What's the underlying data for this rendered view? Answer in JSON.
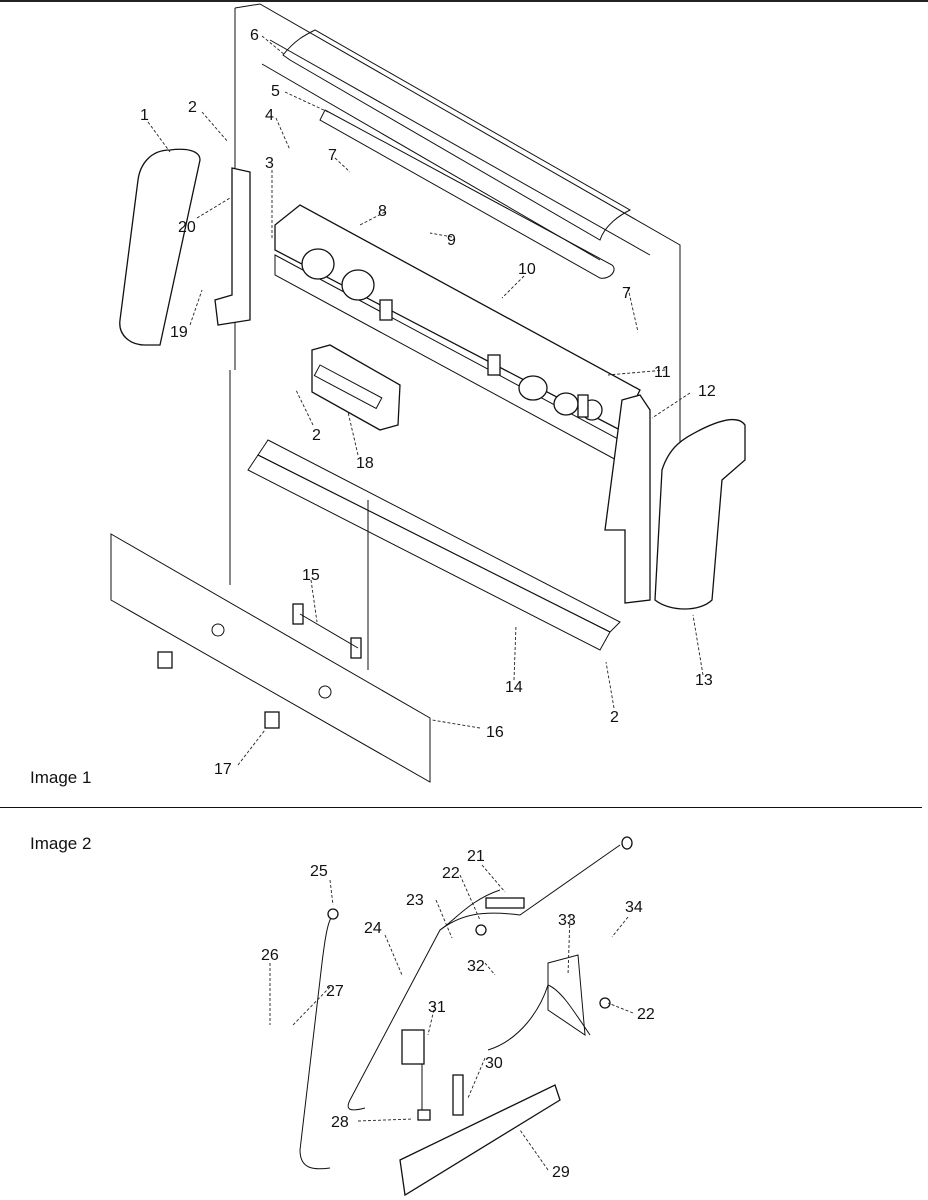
{
  "figure": {
    "panels": [
      {
        "label": "Image 1"
      },
      {
        "label": "Image 2"
      }
    ]
  },
  "callouts": {
    "image1": [
      "1",
      "2",
      "3",
      "4",
      "5",
      "6",
      "7",
      "8",
      "9",
      "10",
      "7",
      "11",
      "12",
      "13",
      "14",
      "2",
      "15",
      "16",
      "17",
      "18",
      "2",
      "19",
      "20"
    ],
    "image2": [
      "21",
      "22",
      "23",
      "24",
      "25",
      "26",
      "27",
      "28",
      "29",
      "30",
      "31",
      "32",
      "33",
      "34",
      "22"
    ]
  }
}
